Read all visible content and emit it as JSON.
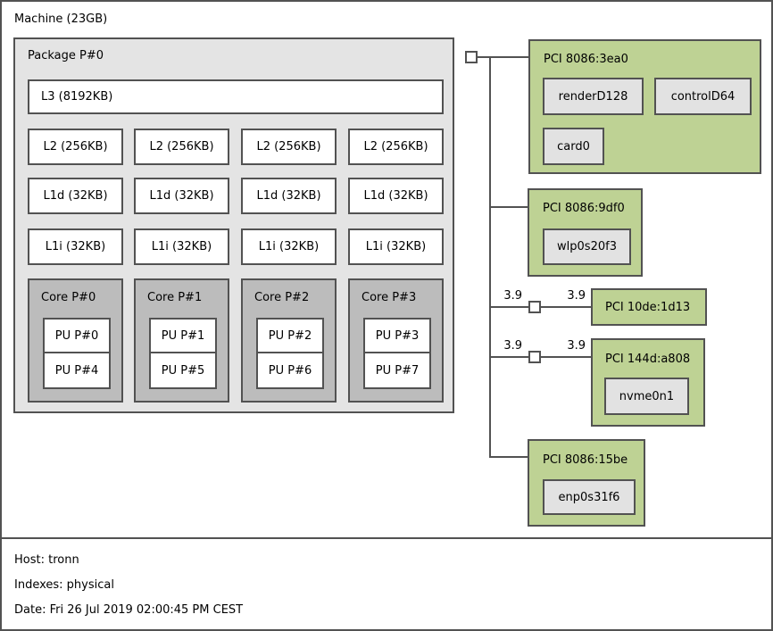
{
  "machine": {
    "label": "Machine (23GB)"
  },
  "package": {
    "label": "Package P#0",
    "l3": "L3 (8192KB)",
    "l2": [
      "L2 (256KB)",
      "L2 (256KB)",
      "L2 (256KB)",
      "L2 (256KB)"
    ],
    "l1d": [
      "L1d (32KB)",
      "L1d (32KB)",
      "L1d (32KB)",
      "L1d (32KB)"
    ],
    "l1i": [
      "L1i (32KB)",
      "L1i (32KB)",
      "L1i (32KB)",
      "L1i (32KB)"
    ],
    "cores": [
      {
        "label": "Core P#0",
        "pus": [
          "PU P#0",
          "PU P#4"
        ]
      },
      {
        "label": "Core P#1",
        "pus": [
          "PU P#1",
          "PU P#5"
        ]
      },
      {
        "label": "Core P#2",
        "pus": [
          "PU P#2",
          "PU P#6"
        ]
      },
      {
        "label": "Core P#3",
        "pus": [
          "PU P#3",
          "PU P#7"
        ]
      }
    ]
  },
  "pci": {
    "slots": [
      {
        "label": "PCI 8086:3ea0",
        "devices": [
          "renderD128",
          "controlD64",
          "card0"
        ]
      },
      {
        "label": "PCI 8086:9df0",
        "devices": [
          "wlp0s20f3"
        ]
      },
      {
        "label": "PCI 10de:1d13",
        "devices": []
      },
      {
        "label": "PCI 144d:a808",
        "devices": [
          "nvme0n1"
        ]
      },
      {
        "label": "PCI 8086:15be",
        "devices": [
          "enp0s31f6"
        ]
      }
    ],
    "links": [
      {
        "speed_left": "3.9",
        "speed_right": "3.9"
      },
      {
        "speed_left": "3.9",
        "speed_right": "3.9"
      }
    ]
  },
  "legend": {
    "host": "Host: tronn",
    "indexes": "Indexes: physical",
    "date": "Date: Fri 26 Jul 2019 02:00:45 PM CEST"
  },
  "colors": {
    "pci_green": "#bed294",
    "package_gray": "#e4e4e4",
    "core_gray": "#bcbcbc",
    "device_gray": "#e2e2e2",
    "border_gray": "#525252"
  }
}
